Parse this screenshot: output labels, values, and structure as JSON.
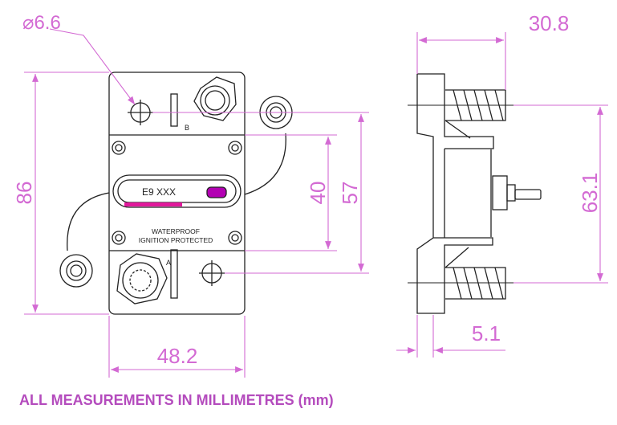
{
  "colors": {
    "dimension": "#d36ad3",
    "outline": "#222222",
    "accent_bar": "#e0199b",
    "indicator": "#b300b3",
    "footnote": "#b44bbd"
  },
  "dimensions": {
    "hole_diameter": "⌀6.6",
    "front_height_overall": "86",
    "front_width": "48.2",
    "inner_height_40": "40",
    "inner_height_57": "57",
    "side_height": "63.1",
    "side_depth": "30.8",
    "flange_thickness": "5.1"
  },
  "device": {
    "model_label": "E9 XXX",
    "line1": "WATERPROOF",
    "line2": "IGNITION  PROTECTED",
    "terminal_a_letter": "A",
    "terminal_b_letter": "B"
  },
  "footnote": "ALL MEASUREMENTS IN MILLIMETRES (mm)"
}
